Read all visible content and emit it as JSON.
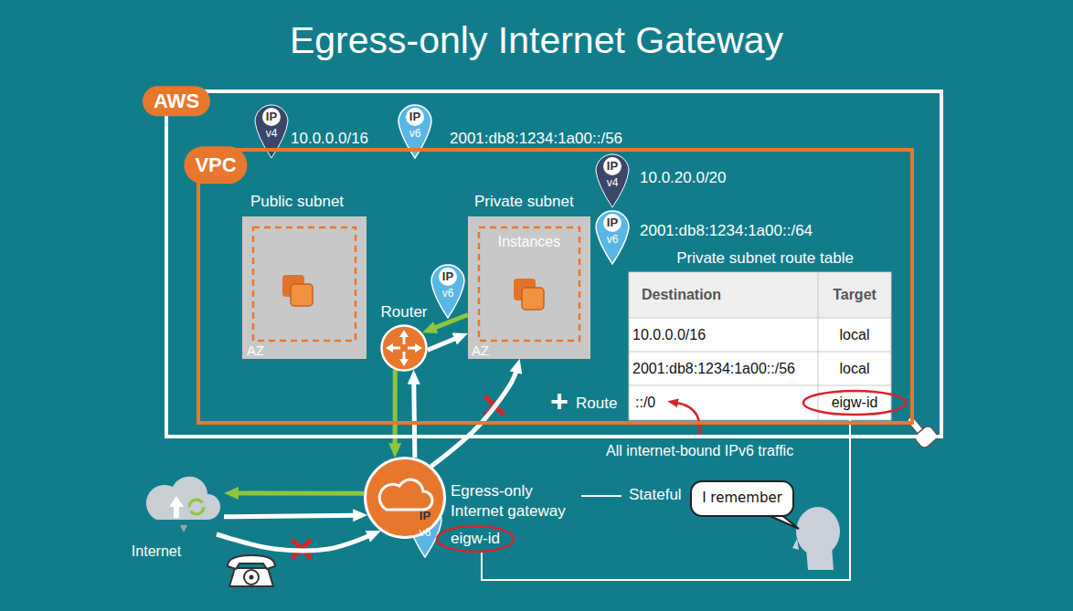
{
  "diagram": {
    "title": "Egress-only Internet Gateway",
    "nodes": [
      {
        "text": [
          "AWS"
        ]
      },
      {
        "text": [
          "VPC"
        ],
        "in": 0
      },
      {
        "text": [
          "Public subnet",
          "AZ"
        ],
        "in": 1
      },
      {
        "text": [
          "Private subnet",
          "Instances",
          "AZ"
        ],
        "in": 1
      },
      {
        "text": [
          "Router"
        ],
        "in": 1
      },
      {
        "text": [
          "Egress-only Internet gateway",
          "eigw-id"
        ]
      },
      {
        "text": [
          "Internet"
        ]
      },
      {
        "text": [
          "I remember"
        ]
      }
    ],
    "edges": [
      {
        "from": 3,
        "to": 4,
        "arrow": "to"
      },
      {
        "from": 4,
        "to": 3,
        "arrow": "to"
      },
      {
        "from": 4,
        "to": 5,
        "arrow": "to"
      },
      {
        "from": 5,
        "to": 4,
        "arrow": "to"
      },
      {
        "from": 5,
        "to": 6,
        "arrow": "to"
      },
      {
        "from": 6,
        "to": 5,
        "arrow": "to"
      },
      {
        "from": 5,
        "to": 3,
        "arrow": "to"
      },
      {
        "from": 6,
        "to": 5,
        "arrow": "to"
      }
    ],
    "labels": [
      "IP",
      "v4",
      "10.0.0.0/16",
      "IP",
      "v6",
      "2001:db8:1234:1a00::/56",
      "IP",
      "v4",
      "10.0.20.0/20",
      "IP",
      "v6",
      "2001:db8:1234:1a00::/64",
      "Private subnet route table",
      "Destination",
      "Target",
      "10.0.0.0/16",
      "local",
      "2001:db8:1234:1a00::/56",
      "local",
      "::/0",
      "eigw-id",
      "+",
      "Route",
      "All internet-bound IPv6 traffic",
      "IP",
      "v6",
      "IP",
      "v6",
      "Stateful"
    ]
  }
}
